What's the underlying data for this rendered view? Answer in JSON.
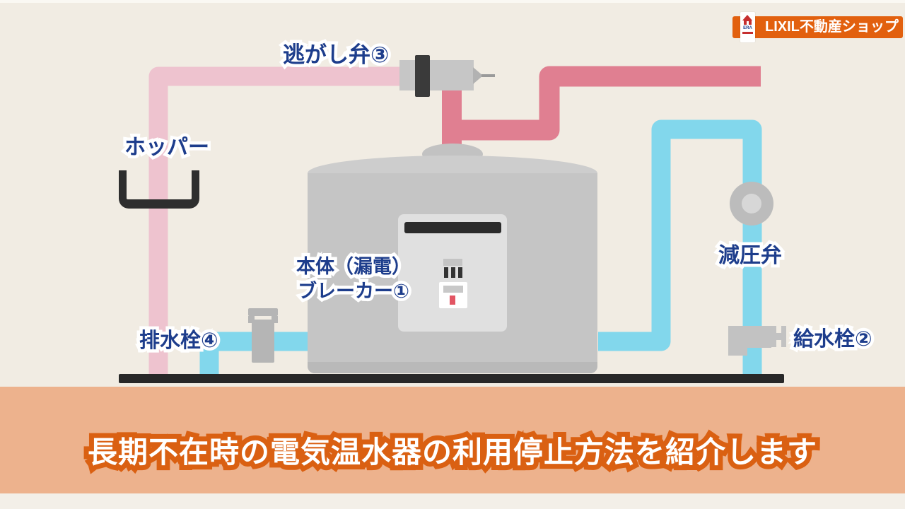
{
  "header": {
    "logo": {
      "brand_text": "LIXIL不動産ショップ",
      "era_text": "ERA",
      "bg_color": "#e2600e"
    }
  },
  "diagram": {
    "labels": {
      "relief_valve": "逃がし弁③",
      "hopper": "ホッパー",
      "breaker_line1": "本体（漏電）",
      "breaker_line2": "ブレーカー①",
      "pressure_reducing_valve": "減圧弁",
      "drain_plug": "排水栓④",
      "water_supply_valve": "給水栓②"
    },
    "colors": {
      "background": "#f1ece3",
      "hot_water_pipe": "#e07f91",
      "relief_overflow_pipe": "#eec3cf",
      "cold_water_pipe": "#82d7ec",
      "tank_body": "#c5c5c5",
      "tank_panel": "#e0e0e0",
      "valve_gray": "#c0c0c0",
      "dark_parts": "#2e2e2e",
      "ground": "#282828",
      "label_text": "#1d3d8c",
      "label_outline": "#ffffff"
    }
  },
  "caption": {
    "text": "長期不在時の電気温水器の利用停止方法を紹介します",
    "band_color": "#edb28d",
    "text_color": "#ffffff",
    "outline_color": "#da6012"
  }
}
